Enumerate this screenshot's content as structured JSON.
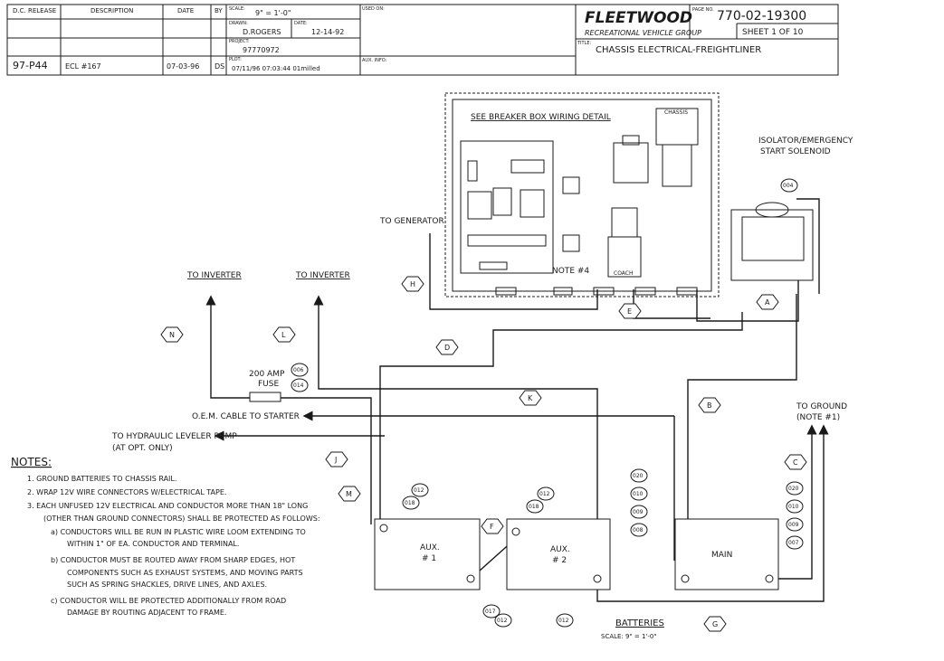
{
  "title_block": {
    "headers": {
      "dc_release": "D.C. RELEASE",
      "description": "DESCRIPTION",
      "date": "DATE",
      "by": "BY"
    },
    "row": {
      "release": "97-P44",
      "description": "ECL #167",
      "date": "07-03-96",
      "by": "DS"
    },
    "scale_label": "SCALE:",
    "scale_value": "9\" = 1'-0\"",
    "drawn_label": "DRAWN:",
    "drawn_value": "D.ROGERS",
    "date_label": "DATE:",
    "date_value": "12-14-92",
    "project_label": "PROJECT:",
    "project_value": "97770972",
    "plot_label": "PLOT:",
    "plot_value": "07/11/96 07:03:44 01milled",
    "used_on_label": "USED ON:",
    "aux_info_label": "AUX. INFO:",
    "brand": "FLEETWOOD",
    "company": "RECREATIONAL VEHICLE GROUP",
    "page_label": "PAGE NO.",
    "page_number": "770-02-19300",
    "sheet": "SHEET 1 OF 10",
    "title_label": "TITLE:",
    "drawing_title": "CHASSIS ELECTRICAL-FREIGHTLINER"
  },
  "labels": {
    "breaker_detail": "SEE BREAKER BOX WIRING DETAIL",
    "chassis": "CHASSIS",
    "coach": "COACH",
    "note4": "NOTE #4",
    "isolator": "ISOLATOR/EMERGENCY",
    "isolator2": "START SOLENOID",
    "to_generator": "TO GENERATOR",
    "to_inverter_1": "TO INVERTER",
    "to_inverter_2": "TO INVERTER",
    "fuse": "200 AMP",
    "fuse2": "FUSE",
    "oem_cable": "O.E.M. CABLE TO STARTER",
    "hyd_pump": "TO HYDRAULIC LEVELER PUMP",
    "hyd_pump2": "(AT OPT. ONLY)",
    "to_ground": "TO GROUND",
    "to_ground2": "(NOTE #1)",
    "aux1": "AUX.",
    "aux1_num": "# 1",
    "aux2": "AUX.",
    "aux2_num": "# 2",
    "main": "MAIN",
    "batteries": "BATTERIES",
    "batt_scale": "SCALE: 9\" = 1'-0\""
  },
  "wire_tags": [
    "A",
    "B",
    "C",
    "D",
    "E",
    "F",
    "G",
    "H",
    "J",
    "K",
    "L",
    "M",
    "N"
  ],
  "circuit_tags": [
    "004",
    "006",
    "014",
    "012",
    "018",
    "012",
    "018",
    "017",
    "012",
    "012",
    "020",
    "010",
    "009",
    "008",
    "020",
    "010",
    "009",
    "007"
  ],
  "notes": {
    "heading": "NOTES:",
    "n1": "1.  GROUND BATTERIES TO CHASSIS RAIL.",
    "n2": "2.  WRAP 12V WIRE CONNECTORS W/ELECTRICAL TAPE.",
    "n3": "3.  EACH UNFUSED 12V ELECTRICAL AND CONDUCTOR MORE THAN 18\" LONG",
    "n3b": "(OTHER THAN GROUND CONNECTORS) SHALL BE PROTECTED AS FOLLOWS:",
    "na": "a)   CONDUCTORS WILL BE RUN IN PLASTIC WIRE LOOM EXTENDING TO",
    "na2": "WITHIN 1\" OF EA. CONDUCTOR AND TERMINAL.",
    "nb": "b)   CONDUCTOR MUST BE ROUTED AWAY FROM SHARP EDGES, HOT",
    "nb2": "COMPONENTS SUCH AS EXHAUST SYSTEMS, AND MOVING PARTS",
    "nb3": "SUCH AS SPRING SHACKLES, DRIVE LINES, AND AXLES.",
    "nc": "c)   CONDUCTOR WILL BE PROTECTED ADDITIONALLY FROM ROAD",
    "nc2": "DAMAGE BY ROUTING ADJACENT TO FRAME."
  }
}
